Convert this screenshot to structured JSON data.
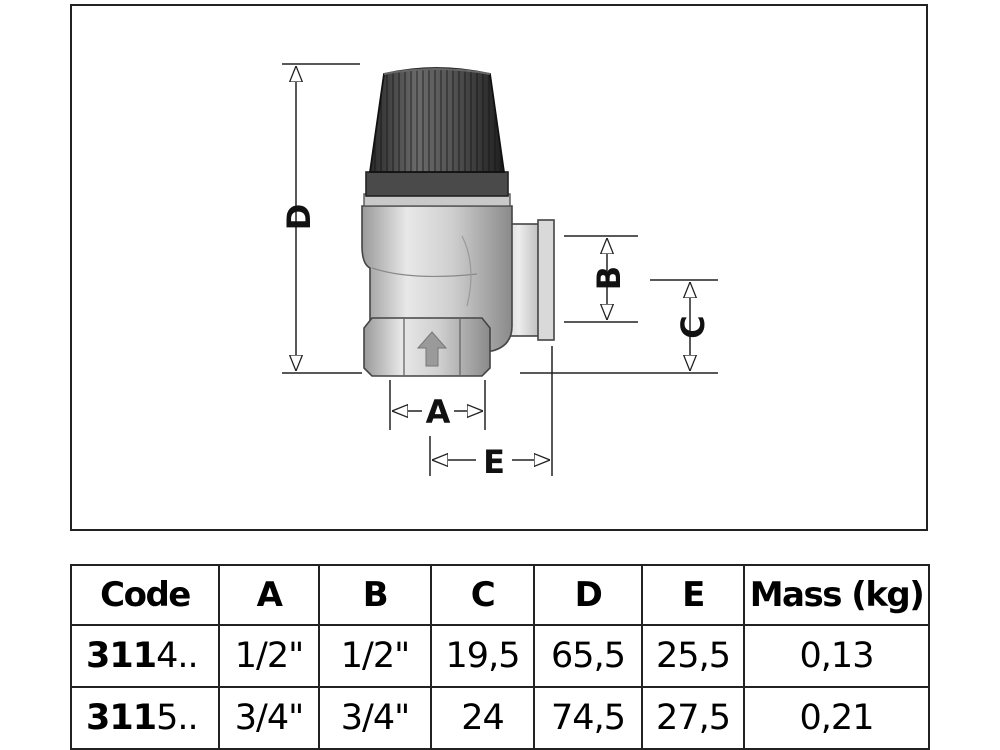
{
  "drawing": {
    "labels": {
      "a": "A",
      "b": "B",
      "c": "C",
      "d": "D",
      "e": "E"
    }
  },
  "table": {
    "headers": [
      "Code",
      "A",
      "B",
      "C",
      "D",
      "E",
      "Mass (kg)"
    ],
    "rows": [
      {
        "code_prefix": "311",
        "code_suffix": "4..",
        "a": "1/2\"",
        "b": "1/2\"",
        "c": "19,5",
        "d": "65,5",
        "e": "25,5",
        "mass": "0,13"
      },
      {
        "code_prefix": "311",
        "code_suffix": "5..",
        "a": "3/4\"",
        "b": "3/4\"",
        "c": "24",
        "d": "74,5",
        "e": "27,5",
        "mass": "0,21"
      }
    ]
  }
}
